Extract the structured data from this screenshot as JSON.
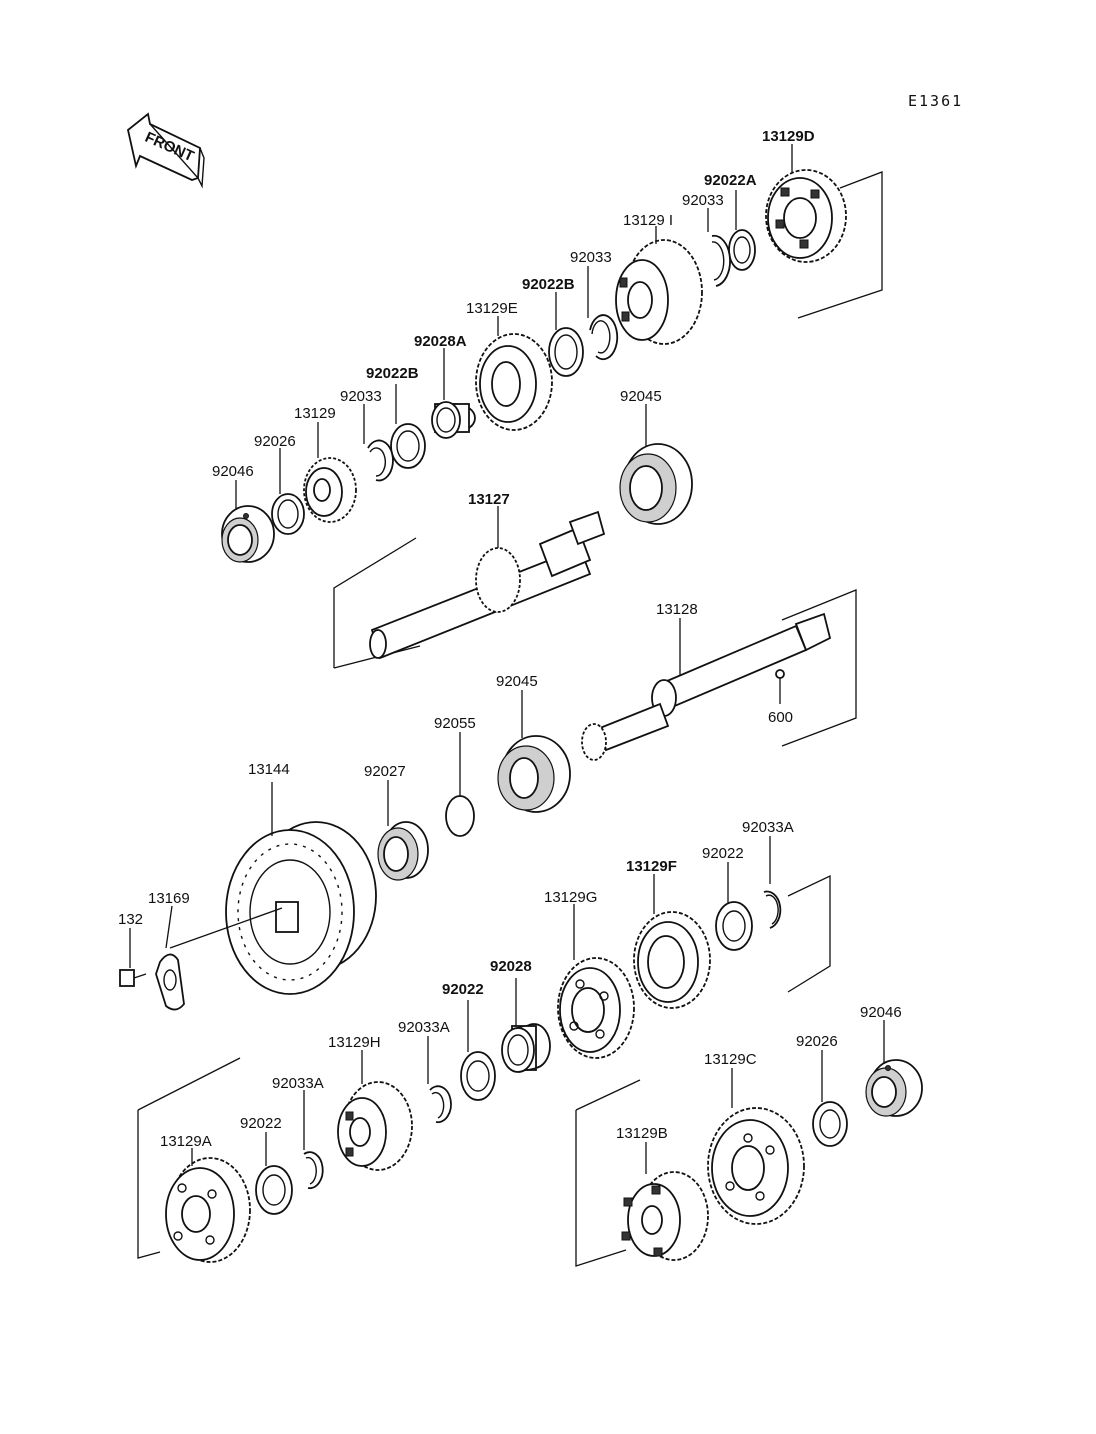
{
  "diagram_code": "E1361",
  "front_label": "FRONT",
  "labels": {
    "l_13129D": "13129D",
    "l_92022A": "92022A",
    "l_92033_a": "92033",
    "l_13129I": "13129 I",
    "l_92033_b": "92033",
    "l_92022B_a": "92022B",
    "l_13129E": "13129E",
    "l_92028A": "92028A",
    "l_92022B_b": "92022B",
    "l_92033_c": "92033",
    "l_13129": "13129",
    "l_92026_a": "92026",
    "l_92046_a": "92046",
    "l_92045_a": "92045",
    "l_13127": "13127",
    "l_13128": "13128",
    "l_600": "600",
    "l_92045_b": "92045",
    "l_92055": "92055",
    "l_92027": "92027",
    "l_13144": "13144",
    "l_13169": "13169",
    "l_132": "132",
    "l_92033A_a": "92033A",
    "l_92022_a": "92022",
    "l_13129F": "13129F",
    "l_13129G": "13129G",
    "l_92028": "92028",
    "l_92022_b": "92022",
    "l_92033A_b": "92033A",
    "l_13129H": "13129H",
    "l_92033A_c": "92033A",
    "l_92022_c": "92022",
    "l_13129A": "13129A",
    "l_92046_b": "92046",
    "l_92026_b": "92026",
    "l_13129C": "13129C",
    "l_13129B": "13129B"
  }
}
